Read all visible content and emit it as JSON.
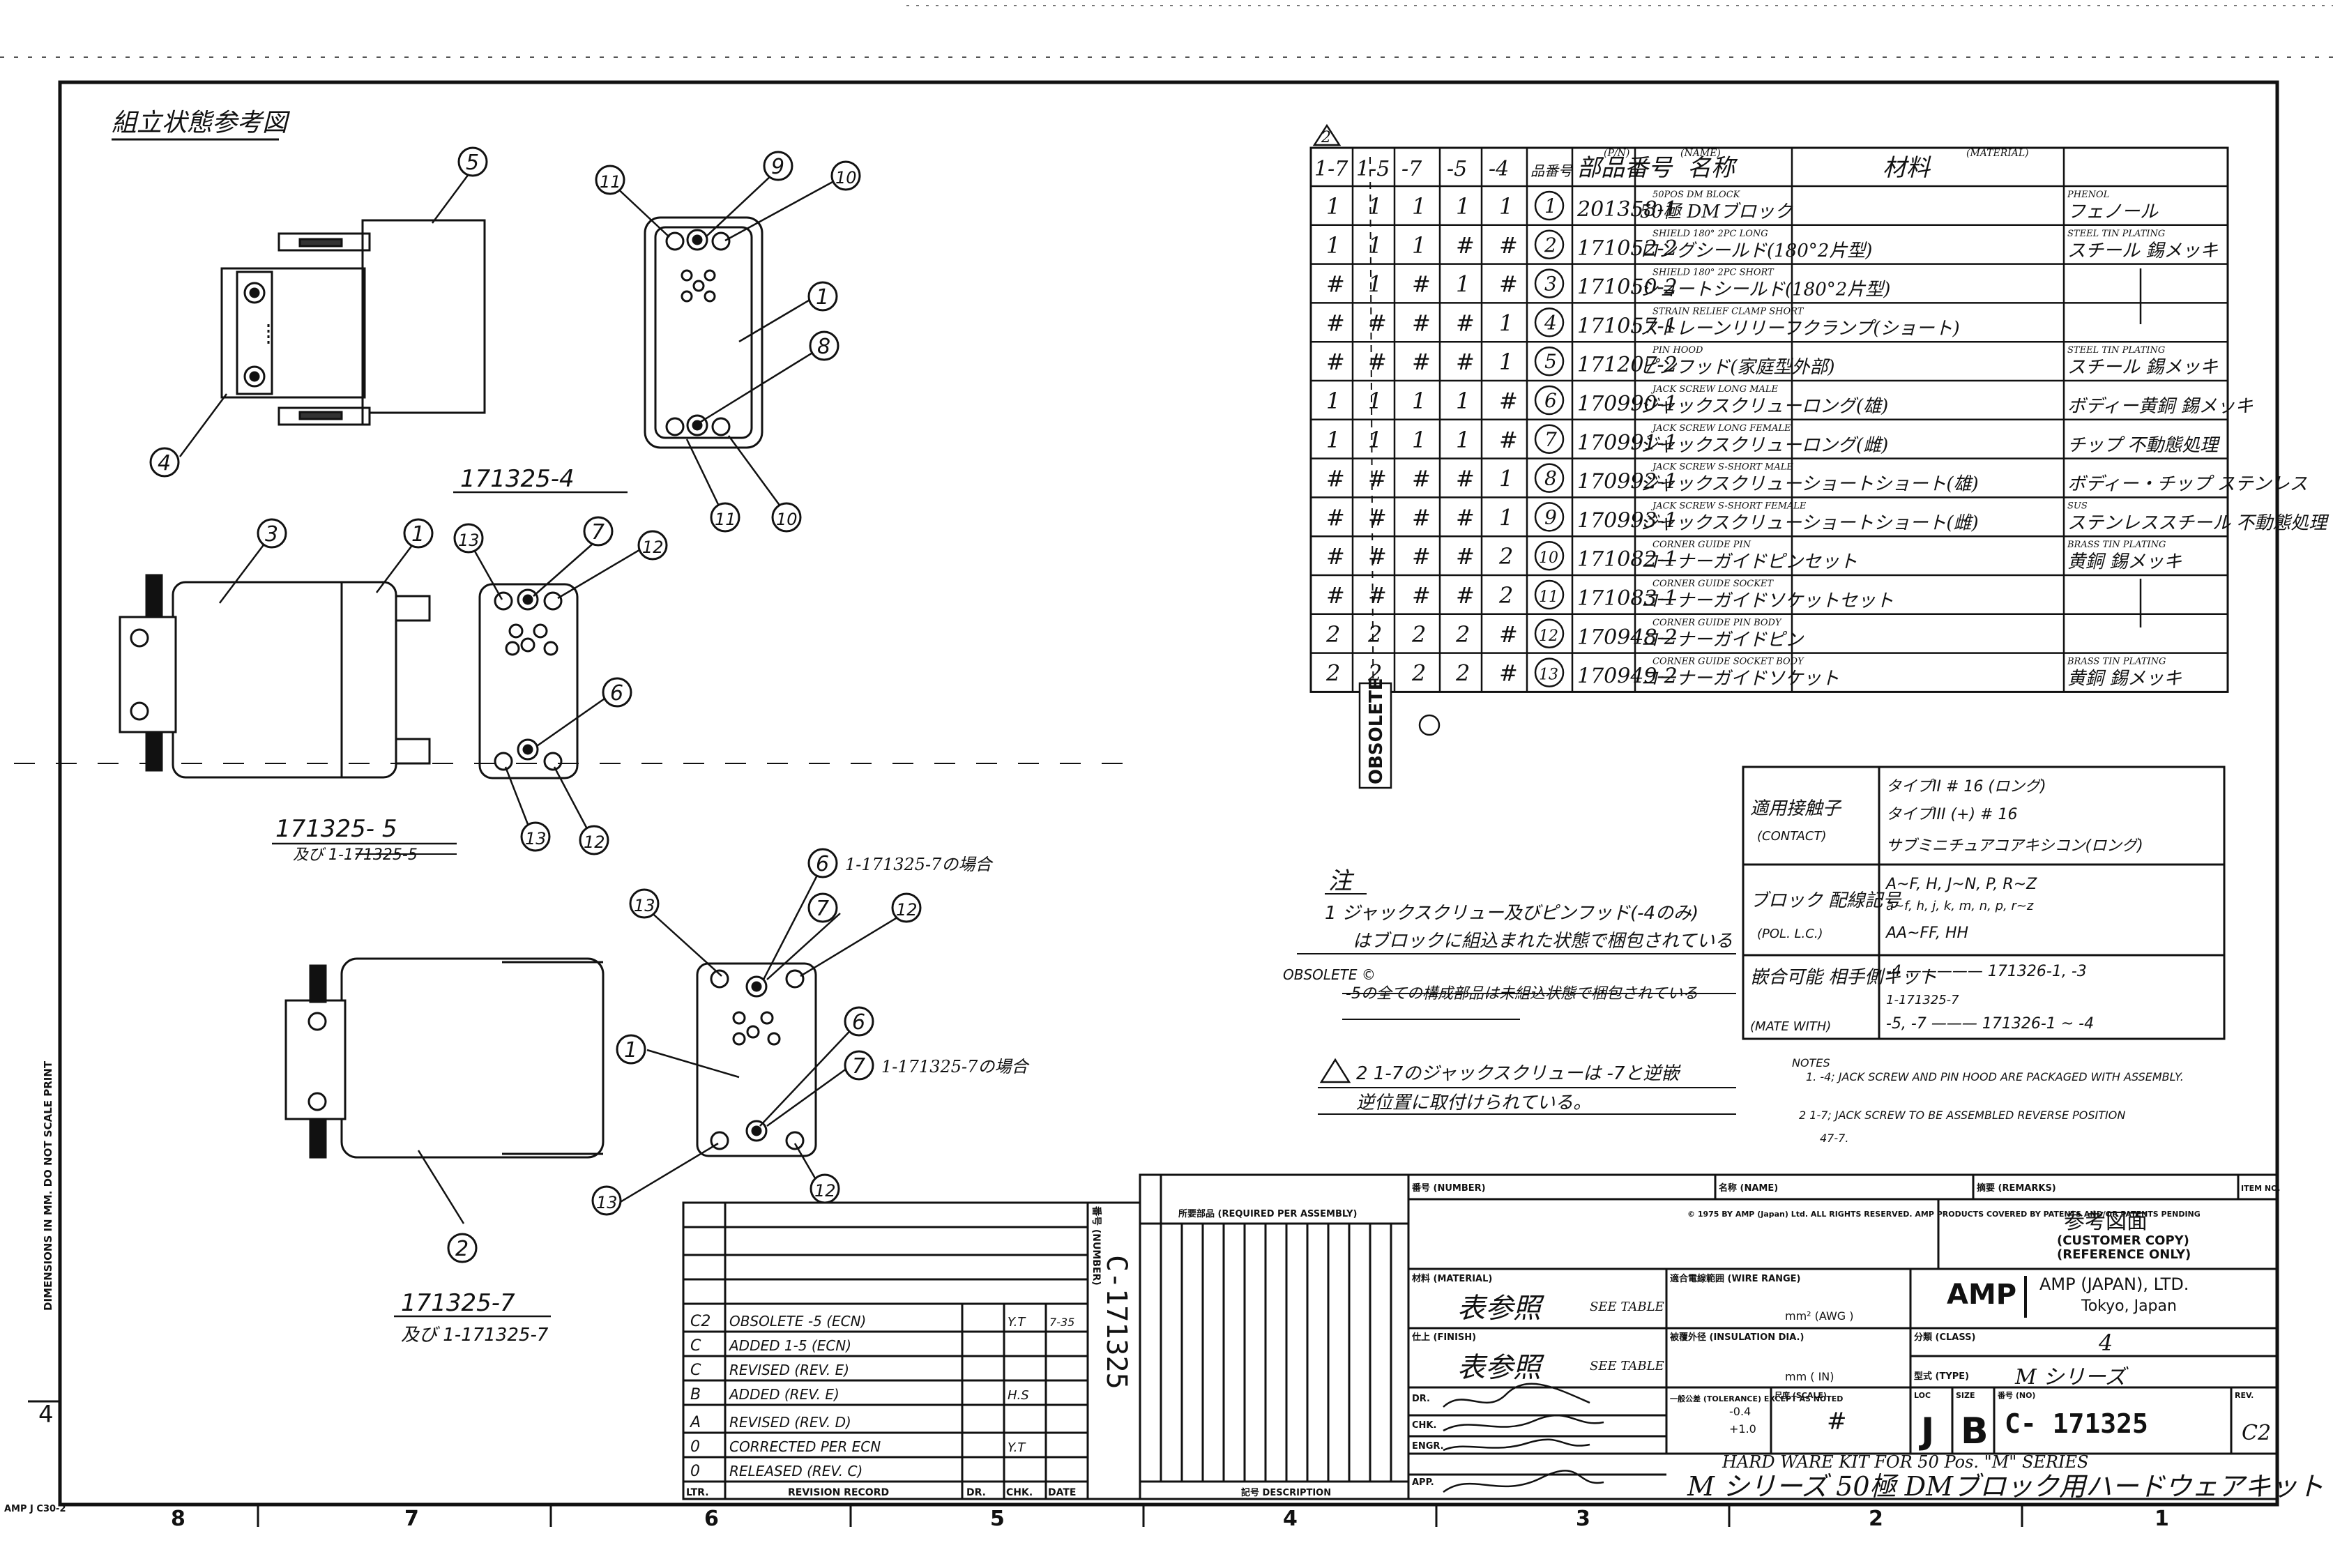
{
  "title_corner": "組立状態参考図",
  "views": [
    {
      "label": "171325-4",
      "sub": ""
    },
    {
      "label": "171325- 5",
      "sub": "及び 1-171325-5"
    },
    {
      "label": "171325-7",
      "sub": "及び 1-171325-7"
    }
  ],
  "view_notes": {
    "note_6": "1-171325-7の場合",
    "note_7": "1-171325-7の場合"
  },
  "balloons": [
    "1",
    "2",
    "3",
    "4",
    "5",
    "6",
    "7",
    "8",
    "9",
    "10",
    "11",
    "12",
    "13"
  ],
  "parts_table": {
    "header_top_mark": "2",
    "columns": [
      "1-7",
      "1-5",
      "-7",
      "-5",
      "-4",
      "品番号",
      "部品番号",
      "名称",
      "材料"
    ],
    "col_en": {
      "part_no": "(P/N)",
      "name": "(NAME)",
      "material": "(MATERIAL)"
    },
    "rows": [
      {
        "q": [
          "1",
          "1",
          "1",
          "1",
          "1"
        ],
        "item": "1",
        "part": "201358-1",
        "name": "50極 DMブロック",
        "name_en": "50POS DM BLOCK",
        "mat": "フェノール",
        "mat_en": "PHENOL"
      },
      {
        "q": [
          "1",
          "1",
          "1",
          "#",
          "#"
        ],
        "item": "2",
        "part": "171052-2",
        "name": "ロングシールド(180°2片型)",
        "name_en": "SHIELD 180° 2PC LONG",
        "mat": "スチール 錫メッキ",
        "mat_en": "STEEL TIN PLATING"
      },
      {
        "q": [
          "#",
          "1",
          "#",
          "1",
          "#"
        ],
        "item": "3",
        "part": "171050-2",
        "name": "ショートシールド(180°2片型)",
        "name_en": "SHIELD 180° 2PC SHORT",
        "mat": "",
        "mat_en": ""
      },
      {
        "q": [
          "#",
          "#",
          "#",
          "#",
          "1"
        ],
        "item": "4",
        "part": "171057-1",
        "name": "ストレーンリリーフクランプ(ショート)",
        "name_en": "STRAIN RELIEF CLAMP SHORT",
        "mat": "",
        "mat_en": ""
      },
      {
        "q": [
          "#",
          "#",
          "#",
          "#",
          "1"
        ],
        "item": "5",
        "part": "171207-2",
        "name": "ピンフッド(家庭型外部)",
        "name_en": "PIN HOOD",
        "mat": "スチール 錫メッキ",
        "mat_en": "STEEL TIN PLATING"
      },
      {
        "q": [
          "1",
          "1",
          "1",
          "1",
          "#"
        ],
        "item": "6",
        "part": "170990-1",
        "name": "ジャックスクリューロング(雄)",
        "name_en": "JACK SCREW LONG MALE",
        "mat": "ボディー黄銅 錫メッキ",
        "mat_en": ""
      },
      {
        "q": [
          "1",
          "1",
          "1",
          "1",
          "#"
        ],
        "item": "7",
        "part": "170991-1",
        "name": "ジャックスクリューロング(雌)",
        "name_en": "JACK SCREW LONG FEMALE",
        "mat": "チップ 不動態処理",
        "mat_en": ""
      },
      {
        "q": [
          "#",
          "#",
          "#",
          "#",
          "1"
        ],
        "item": "8",
        "part": "170992-1",
        "name": "ジャックスクリューショートショート(雄)",
        "name_en": "JACK SCREW S-SHORT MALE",
        "mat": "ボディー・チップ ステンレス",
        "mat_en": ""
      },
      {
        "q": [
          "#",
          "#",
          "#",
          "#",
          "1"
        ],
        "item": "9",
        "part": "170993-1",
        "name": "ジャックスクリューショートショート(雌)",
        "name_en": "JACK SCREW S-SHORT FEMALE",
        "mat": "ステンレススチール 不動態処理",
        "mat_en": "SUS"
      },
      {
        "q": [
          "#",
          "#",
          "#",
          "#",
          "2"
        ],
        "item": "10",
        "part": "171082-1",
        "name": "コーナーガイドピンセット",
        "name_en": "CORNER GUIDE PIN",
        "mat": "黄銅 錫メッキ",
        "mat_en": "BRASS TIN PLATING"
      },
      {
        "q": [
          "#",
          "#",
          "#",
          "#",
          "2"
        ],
        "item": "11",
        "part": "171083-1",
        "name": "コーナーガイドソケットセット",
        "name_en": "CORNER GUIDE SOCKET",
        "mat": "",
        "mat_en": ""
      },
      {
        "q": [
          "2",
          "2",
          "2",
          "2",
          "#"
        ],
        "item": "12",
        "part": "170948-2",
        "name": "コーナーガイドピン",
        "name_en": "CORNER GUIDE PIN BODY",
        "mat": "",
        "mat_en": ""
      },
      {
        "q": [
          "2",
          "2",
          "2",
          "2",
          "#"
        ],
        "item": "13",
        "part": "170949-2",
        "name": "コーナーガイドソケット",
        "name_en": "CORNER GUIDE SOCKET BODY",
        "mat": "黄銅 錫メッキ",
        "mat_en": "BRASS TIN PLATING"
      }
    ],
    "obsolete_vertical": "OBSOLETE"
  },
  "contact_box": {
    "r1_label": "適用接触子",
    "r1_label_en": "(CONTACT)",
    "r1_values": [
      "タイプII # 16 (ロング)",
      "タイプIII (+) # 16",
      "サブミニチュアコアキシコン(ロング)"
    ],
    "r2_label": "ブロック 配線記号",
    "r2_label_en": "(POL. L.C.)",
    "r2_values": [
      "A~F, H, J~N, P, R~Z",
      "a~f, h, j, k, m, n, p, r~z",
      "AA~FF, HH"
    ],
    "r3_label": "嵌合可能 相手側キット",
    "r3_label_en": "(MATE WITH)",
    "r3_values": [
      "-4 ————— 171326-1, -3",
      "1-171325-7",
      "-5, -7 ——— 171326-1 ~ -4"
    ]
  },
  "notes_jp": {
    "heading": "注",
    "n1a": "1  ジャックスクリュー及びピンフッド(-4のみ)",
    "n1b": "はブロックに組込まれた状態で梱包されている",
    "obsolete": "OBSOLETE ©",
    "obsolete_struck": "-5の全ての構成部品は未組込状態で梱包されている",
    "n2a": "2  1-7のジャックスクリューは -7と逆嵌",
    "n2b": "逆位置に取付けられている。"
  },
  "notes_en": {
    "heading": "NOTES",
    "n1": "1. -4; JACK SCREW AND PIN HOOD ARE PACKAGED WITH ASSEMBLY.",
    "n2": "2  1-7; JACK SCREW TO BE ASSEMBLED REVERSE POSITION",
    "n2b": "47-7."
  },
  "revisions": {
    "rows": [
      {
        "ltr": "C2",
        "rec": "OBSOLETE -5 (ECN)",
        "by": "Y.T",
        "date": "7-35"
      },
      {
        "ltr": "C",
        "rec": "ADDED 1-5 (ECN)",
        "by": "",
        "date": ""
      },
      {
        "ltr": "C",
        "rec": "REVISED (REV. E)",
        "by": "",
        "date": ""
      },
      {
        "ltr": "B",
        "rec": "ADDED (REV. E)",
        "by": "H.S",
        "date": ""
      },
      {
        "ltr": "A",
        "rec": "REVISED (REV. D)",
        "by": "",
        "date": ""
      },
      {
        "ltr": "0",
        "rec": "CORRECTED PER ECN",
        "by": "Y.T",
        "date": ""
      },
      {
        "ltr": "0",
        "rec": "RELEASED (REV. C)",
        "by": "",
        "date": ""
      }
    ],
    "headers": {
      "ltr": "LTR.",
      "rec": "REVISION RECORD",
      "dr": "DR.",
      "chk": "CHK.",
      "date": "DATE"
    },
    "vertical_number": "C-171325",
    "vertical_label": "番号 (NUMBER)"
  },
  "assembly_block": {
    "header": "所要部品 (REQUIRED PER ASSEMBLY)",
    "footer": "記号 DESCRIPTION"
  },
  "title_block": {
    "number_label": "番号 (NUMBER)",
    "name_label": "名称 (NAME)",
    "remarks_label": "摘要 (REMARKS)",
    "item_label": "ITEM NO.",
    "copyright": "© 1975 BY AMP (Japan) Ltd. ALL RIGHTS RESERVED. AMP PRODUCTS COVERED BY PATENTS AND/OR PATENTS PENDING",
    "ref_title": "参考図面",
    "ref_sub1": "(CUSTOMER COPY)",
    "ref_sub2": "(REFERENCE ONLY)",
    "material_label": "材料 (MATERIAL)",
    "material_value": "表参照",
    "material_see": "SEE TABLE",
    "finish_label": "仕上 (FINISH)",
    "finish_value": "表参照",
    "finish_see": "SEE TABLE",
    "wire_label": "適合電線範囲 (WIRE RANGE)",
    "wire_value": "mm² (AWG )",
    "insul_label": "被覆外径 (INSULATION DIA.)",
    "insul_value": "mm ( IN)",
    "company": "AMP",
    "company_full": "AMP (JAPAN), LTD.",
    "company_city": "Tokyo, Japan",
    "class_label": "分類 (CLASS)",
    "class_value": "4",
    "type_label": "型式 (TYPE)",
    "type_value": "M シリーズ",
    "tol_label": "一般公差 (TOLERANCE) EXCEPT AS NOTED",
    "tol_values": [
      "-0.4",
      "+1.0"
    ],
    "scale_label": "尺度 (SCALE)",
    "scale_value": "#",
    "loc": "J",
    "size": "B",
    "drawing_no": "C- 171325",
    "rev": "C2",
    "loc_label": "LOC",
    "size_label": "SIZE",
    "no_label": "番号 (NO)",
    "rev_label": "REV.",
    "sig_rows": [
      "DR.",
      "CHK.",
      "ENGR.",
      "APP."
    ],
    "name_en": "HARD WARE KIT FOR 50 Pos. \"M\" SERIES",
    "name_jp": "M シリーズ 50極 DMブロック用ハードウェアキット"
  },
  "left_margin": {
    "text": "DIMENSIONS IN MM. DO NOT SCALE PRINT",
    "form": "AMP J C30-2"
  },
  "zones": [
    "8",
    "7",
    "6",
    "5",
    "4",
    "3",
    "2",
    "1"
  ],
  "side_zones": [
    "4"
  ]
}
